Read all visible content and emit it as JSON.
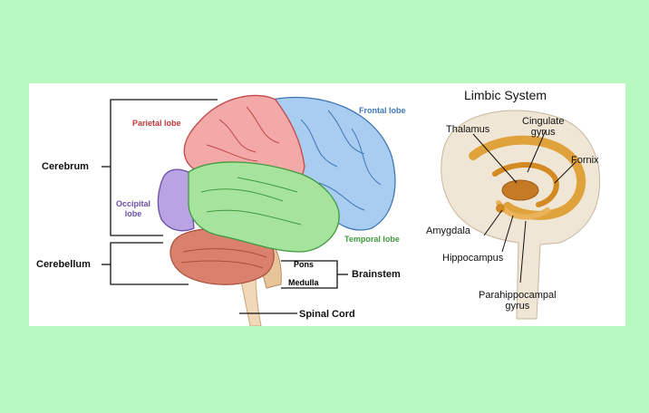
{
  "left_diagram": {
    "lobes": {
      "parietal": {
        "label": "Parietal lobe",
        "color": "#e06a6a"
      },
      "frontal": {
        "label": "Frontal lobe",
        "color": "#4f8fd9"
      },
      "occipital": {
        "label": "Occipital\nlobe",
        "color": "#8b6bc6"
      },
      "temporal": {
        "label": "Temporal lobe",
        "color": "#52b552"
      }
    },
    "regions": {
      "cerebrum": "Cerebrum",
      "cerebellum": "Cerebellum",
      "brainstem": "Brainstem",
      "pons": "Pons",
      "medulla": "Medulla",
      "spinal_cord": "Spinal Cord"
    }
  },
  "right_diagram": {
    "title": "Limbic System",
    "labels": {
      "thalamus": "Thalamus",
      "cingulate": "Cingulate\ngyrus",
      "fornix": "Fornix",
      "amygdala": "Amygdala",
      "hippocampus": "Hippocampus",
      "parahippocampal": "Parahippocampal\ngyrus"
    }
  },
  "colors": {
    "background": "#b7f7c0",
    "parietal_fill": "#f3a9a7",
    "frontal_fill": "#a9cdf0",
    "occipital_fill": "#b9a3e3",
    "temporal_fill": "#a6e49d",
    "cerebellum_fill": "#d9816d",
    "limbic_fill": "#e0a23a"
  }
}
